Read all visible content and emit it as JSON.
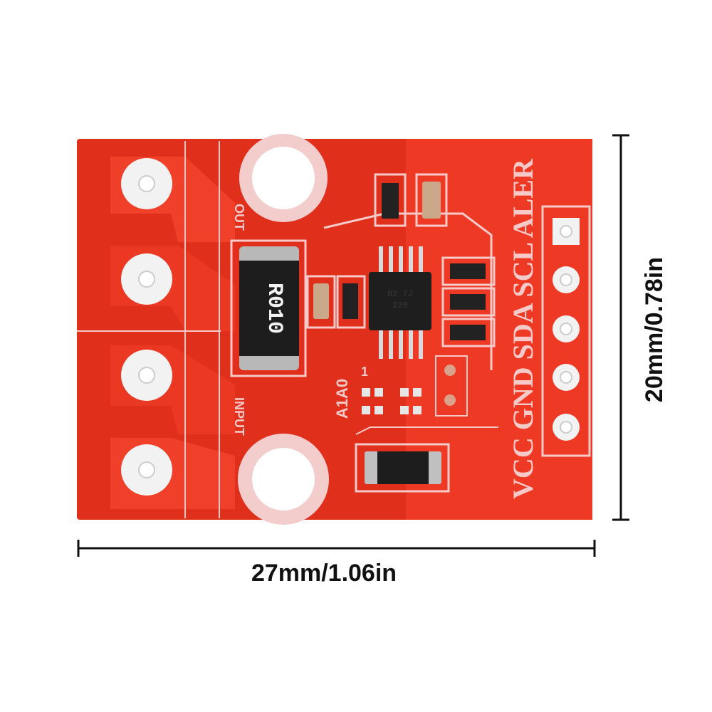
{
  "dimensions": {
    "width_label": "27mm/1.06in",
    "height_label": "20mm/0.78in"
  },
  "silkscreen": {
    "pins": [
      "VCC",
      "GND",
      "SDA",
      "SCL",
      "ALER"
    ],
    "pins_text": "VCC GND SDA SCL ALER",
    "output": "OUT",
    "input": "INPUT",
    "address": "A1A0",
    "shunt_marking": "R010",
    "pin1_mark": "1"
  },
  "colors": {
    "pcb": "#e8341f",
    "pcb_dark": "#c92614",
    "copper_light": "#ff4d33",
    "silkscreen": "#f7c9c9",
    "pad": "#f2f2f2"
  }
}
